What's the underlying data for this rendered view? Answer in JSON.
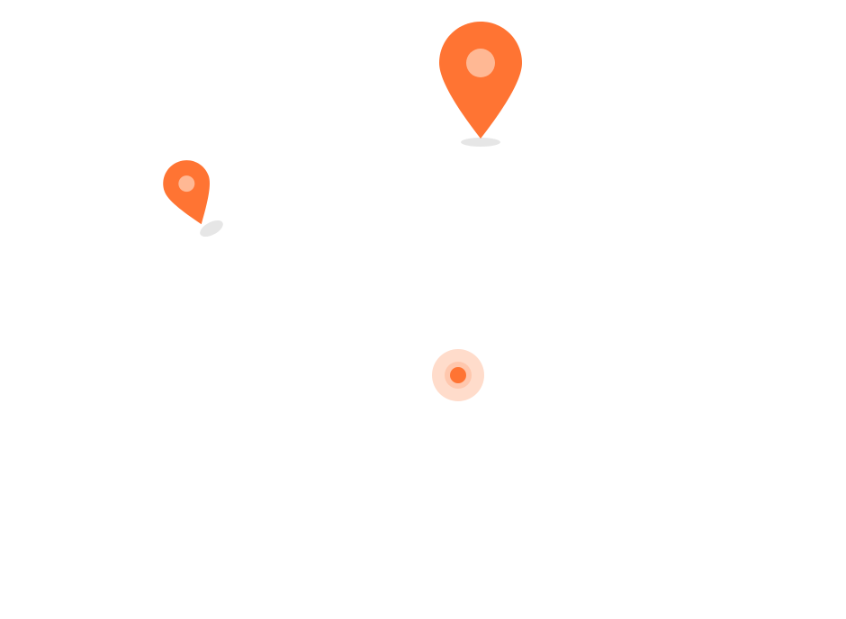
{
  "colors": {
    "background": "#ffffff",
    "accent": "#ff7433",
    "accent_highlight": "#ffb894",
    "shadow": "#e6e6e6",
    "pulse_outer": "#ffdccb",
    "pulse_inner": "#ffc7ad"
  },
  "markers": [
    {
      "type": "map-pin",
      "icon": "map-pin-icon",
      "tilted": false
    },
    {
      "type": "map-pin",
      "icon": "map-pin-icon",
      "tilted": true
    },
    {
      "type": "current-location",
      "icon": "location-dot-icon"
    }
  ]
}
